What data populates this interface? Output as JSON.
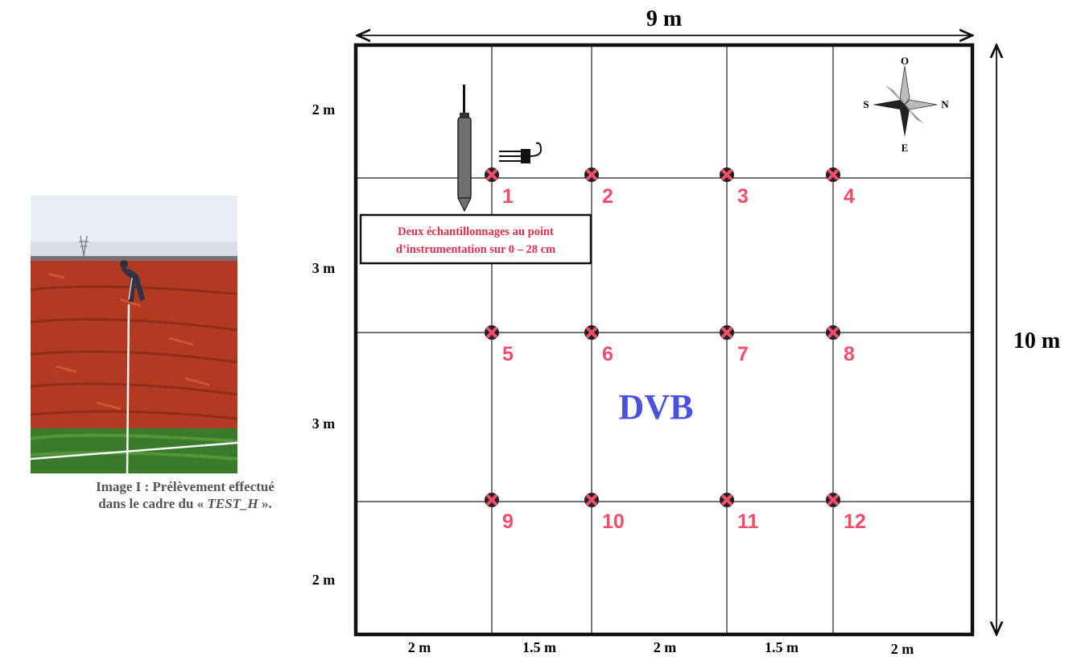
{
  "photo": {
    "caption_line1": "Image I : Prélèvement effectué",
    "caption_line2_prefix": "dans le cadre du « ",
    "caption_line2_italic": "TEST_H",
    "caption_line2_suffix": " »."
  },
  "plot": {
    "width_label": "9 m",
    "height_label": "10 m",
    "plot_name": "DVB",
    "row_labels": [
      "2 m",
      "3 m",
      "3 m",
      "2 m"
    ],
    "column_labels": [
      "2 m",
      "1.5 m",
      "2 m",
      "1.5 m",
      "2 m"
    ],
    "sampling_points": [
      "1",
      "2",
      "3",
      "4",
      "5",
      "6",
      "7",
      "8",
      "9",
      "10",
      "11",
      "12"
    ],
    "instrumentation_note_line1": "Deux échantillonnages au point",
    "instrumentation_note_line2": "d’instrumentation sur 0 – 28 cm"
  },
  "compass": {
    "north": "N",
    "south": "S",
    "east": "E",
    "west": "O"
  },
  "colors": {
    "marker": "#f24d6b",
    "plot_name": "#4b52e0",
    "note_text": "#e0304e",
    "grid": "#222222",
    "soil": "#a8351f",
    "grass": "#3b7a2a"
  }
}
